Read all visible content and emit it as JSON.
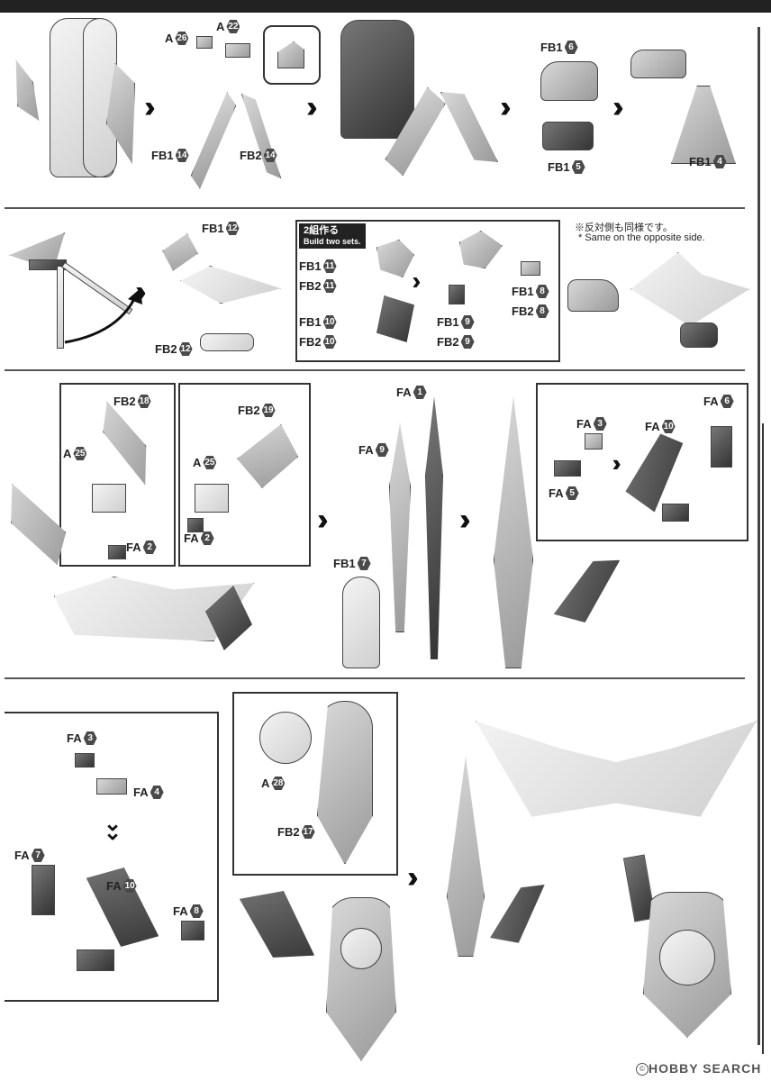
{
  "note_sets": {
    "ja": "2組作る",
    "en": "Build two sets."
  },
  "note_opposite": {
    "ja": "※反対側も同様です。",
    "en": "* Same on the opposite side."
  },
  "watermark": "HOBBY SEARCH",
  "watermark_symbol": "©",
  "labels": {
    "s1": [
      {
        "g": "A",
        "n": "26"
      },
      {
        "g": "A",
        "n": "22"
      },
      {
        "g": "FB1",
        "n": "14"
      },
      {
        "g": "FB2",
        "n": "14"
      },
      {
        "g": "FB1",
        "n": "6"
      },
      {
        "g": "FB1",
        "n": "5"
      },
      {
        "g": "FB1",
        "n": "4"
      }
    ],
    "s2": [
      {
        "g": "FB1",
        "n": "12"
      },
      {
        "g": "FB2",
        "n": "12"
      },
      {
        "g": "FB1",
        "n": "11"
      },
      {
        "g": "FB2",
        "n": "11"
      },
      {
        "g": "FB1",
        "n": "10"
      },
      {
        "g": "FB2",
        "n": "10"
      },
      {
        "g": "FB1",
        "n": "9"
      },
      {
        "g": "FB2",
        "n": "9"
      },
      {
        "g": "FB1",
        "n": "8"
      },
      {
        "g": "FB2",
        "n": "8"
      }
    ],
    "s3": [
      {
        "g": "FB2",
        "n": "18"
      },
      {
        "g": "A",
        "n": "25"
      },
      {
        "g": "FA",
        "n": "2"
      },
      {
        "g": "FB2",
        "n": "19"
      },
      {
        "g": "A",
        "n": "25"
      },
      {
        "g": "FA",
        "n": "2"
      },
      {
        "g": "FA",
        "n": "1"
      },
      {
        "g": "FA",
        "n": "9"
      },
      {
        "g": "FB1",
        "n": "7"
      },
      {
        "g": "FA",
        "n": "6"
      },
      {
        "g": "FA",
        "n": "3"
      },
      {
        "g": "FA",
        "n": "10"
      },
      {
        "g": "FA",
        "n": "5"
      }
    ],
    "s4": [
      {
        "g": "FA",
        "n": "3"
      },
      {
        "g": "FA",
        "n": "4"
      },
      {
        "g": "FA",
        "n": "7"
      },
      {
        "g": "FA",
        "n": "10"
      },
      {
        "g": "FA",
        "n": "8"
      },
      {
        "g": "A",
        "n": "28"
      },
      {
        "g": "FB2",
        "n": "17"
      }
    ]
  }
}
